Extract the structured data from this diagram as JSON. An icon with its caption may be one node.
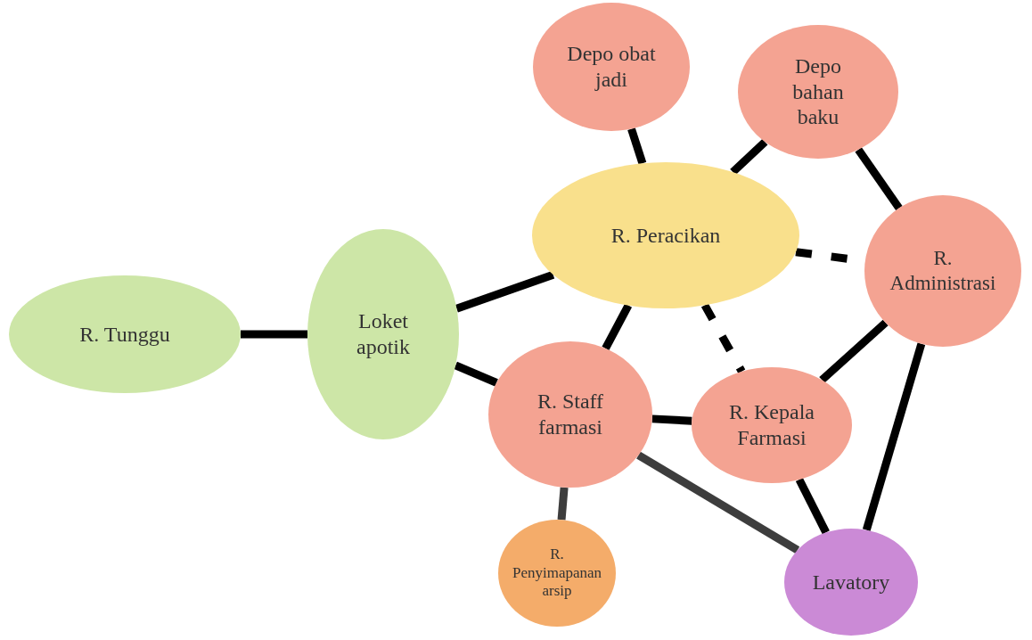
{
  "diagram": {
    "nodes": [
      {
        "text": [
          "Depo obat jadi"
        ]
      },
      {
        "text": [
          "Depo bahan baku"
        ]
      },
      {
        "text": [
          "R. Peracikan"
        ]
      },
      {
        "text": [
          "R. Administrasi"
        ]
      },
      {
        "text": [
          "R. Tunggu"
        ]
      },
      {
        "text": [
          "Loket apotik"
        ]
      },
      {
        "text": [
          "R. Staff farmasi"
        ]
      },
      {
        "text": [
          "R. Kepala Farmasi"
        ]
      },
      {
        "text": [
          "R. Penyimapanan arsip"
        ]
      },
      {
        "text": [
          "Lavatory"
        ]
      }
    ],
    "edges": [
      {
        "from": 0,
        "to": 2,
        "arrow": "none"
      },
      {
        "from": 1,
        "to": 2,
        "arrow": "none"
      },
      {
        "from": 1,
        "to": 3,
        "arrow": "none"
      },
      {
        "from": 5,
        "to": 2,
        "arrow": "none"
      },
      {
        "from": 2,
        "to": 3,
        "arrow": "none",
        "style": "dashed"
      },
      {
        "from": 2,
        "to": 6,
        "arrow": "none"
      },
      {
        "from": 2,
        "to": 7,
        "arrow": "none",
        "style": "dashed"
      },
      {
        "from": 4,
        "to": 5,
        "arrow": "none"
      },
      {
        "from": 5,
        "to": 6,
        "arrow": "none"
      },
      {
        "from": 6,
        "to": 7,
        "arrow": "none"
      },
      {
        "from": 7,
        "to": 3,
        "arrow": "none"
      },
      {
        "from": 3,
        "to": 9,
        "arrow": "none"
      },
      {
        "from": 6,
        "to": 8,
        "arrow": "none",
        "color": "#3d3d3d"
      },
      {
        "from": 6,
        "to": 9,
        "arrow": "none",
        "color": "#3d3d3d"
      },
      {
        "from": 7,
        "to": 9,
        "arrow": "none"
      }
    ]
  }
}
